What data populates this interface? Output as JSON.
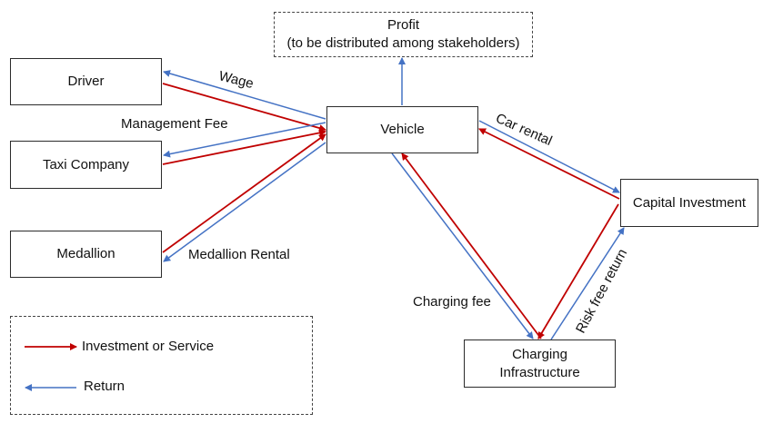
{
  "nodes": {
    "profit": {
      "line1": "Profit",
      "line2": "(to be distributed among stakeholders)"
    },
    "driver": "Driver",
    "taxi_company": "Taxi Company",
    "medallion": "Medallion",
    "vehicle": "Vehicle",
    "capital_investment": "Capital Investment",
    "charging_infrastructure": {
      "line1": "Charging",
      "line2": "Infrastructure"
    }
  },
  "edge_labels": {
    "wage": "Wage",
    "management_fee": "Management Fee",
    "medallion_rental": "Medallion Rental",
    "car_rental": "Car rental",
    "charging_fee": "Charging fee",
    "risk_free_return": "Risk free return"
  },
  "legend": {
    "investment": "Investment or Service",
    "return": "Return"
  },
  "colors": {
    "investment": "#c00000",
    "return": "#4472c4"
  }
}
